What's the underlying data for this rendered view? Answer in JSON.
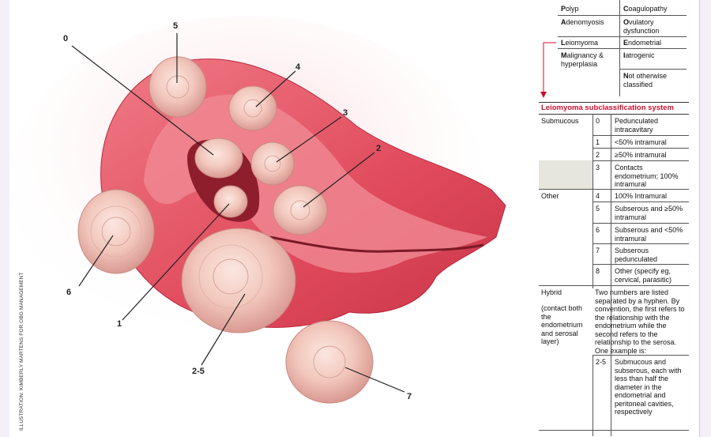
{
  "illustration": {
    "credit": "ILLUSTRATION: KIMBERLY MARTENS FOR OBG MANAGEMENT",
    "callouts": [
      "0",
      "5",
      "4",
      "3",
      "2",
      "6",
      "1",
      "2-5",
      "7"
    ]
  },
  "palm_coein": {
    "rows": [
      {
        "left": "Polyp",
        "right": "Coagulopathy"
      },
      {
        "left": "Adenomyosis",
        "right": "Ovulatory dysfunction"
      },
      {
        "left": "Leiomyoma",
        "right": "Endometrial"
      },
      {
        "left": "Malignancy & hyperplasia",
        "right": "Iatrogenic"
      },
      {
        "left": "",
        "right": "Not otherwise classified"
      }
    ]
  },
  "subclass": {
    "title": "Leiomyoma subclassification system",
    "rows": [
      {
        "group": "Submucous",
        "num": "0",
        "desc": "Pedunculated intracavitary"
      },
      {
        "group": "",
        "num": "1",
        "desc": "<50% intramural"
      },
      {
        "group": "",
        "num": "2",
        "desc": "≥50% intramural"
      },
      {
        "group": "",
        "num": "3",
        "desc": "Contacts endometrium; 100% intramural"
      },
      {
        "group": "Other",
        "num": "4",
        "desc": "100% Intramural"
      },
      {
        "group": "",
        "num": "5",
        "desc": "Subserous and ≥50% intramural"
      },
      {
        "group": "",
        "num": "6",
        "desc": "Subserous and <50% intramural"
      },
      {
        "group": "",
        "num": "7",
        "desc": "Subserous pedunculated"
      },
      {
        "group": "",
        "num": "8",
        "desc": "Other (specify eg, cervical, parasitic)"
      }
    ],
    "hybrid": {
      "label": "Hybrid",
      "sublabel": "(contact both the endometrium and serosal layer)",
      "text": "Two numbers are listed separated by a hyphen. By convention, the first refers to the relationship with the endometrium while the second refers to the relationship to the serosa. One example is:",
      "num": "2-5",
      "desc": "Submucous and subserous, each with less than half the diameter in the endometrial and peritoneal cavities, respectively"
    }
  },
  "colors": {
    "accent": "#c8102e",
    "tissue": "#e25566",
    "fibroid": "#f2c7bc"
  }
}
